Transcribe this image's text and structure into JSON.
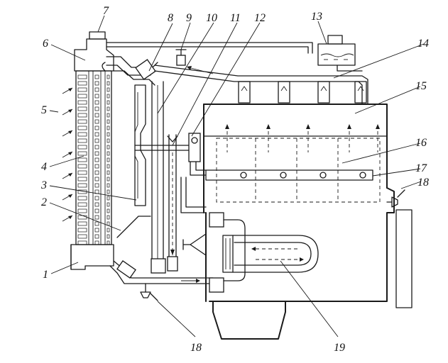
{
  "labels": [
    {
      "id": "1",
      "text": "1"
    },
    {
      "id": "2",
      "text": "2"
    },
    {
      "id": "3",
      "text": "3"
    },
    {
      "id": "4",
      "text": "4"
    },
    {
      "id": "5",
      "text": "5"
    },
    {
      "id": "6",
      "text": "6"
    },
    {
      "id": "7",
      "text": "7"
    },
    {
      "id": "8",
      "text": "8"
    },
    {
      "id": "9",
      "text": "9"
    },
    {
      "id": "10",
      "text": "10"
    },
    {
      "id": "11",
      "text": "11"
    },
    {
      "id": "12",
      "text": "12"
    },
    {
      "id": "13",
      "text": "13"
    },
    {
      "id": "14",
      "text": "14"
    },
    {
      "id": "15",
      "text": "15"
    },
    {
      "id": "16",
      "text": "16"
    },
    {
      "id": "17",
      "text": "17"
    },
    {
      "id": "18a",
      "text": "18"
    },
    {
      "id": "18b",
      "text": "18"
    },
    {
      "id": "19",
      "text": "19"
    }
  ]
}
